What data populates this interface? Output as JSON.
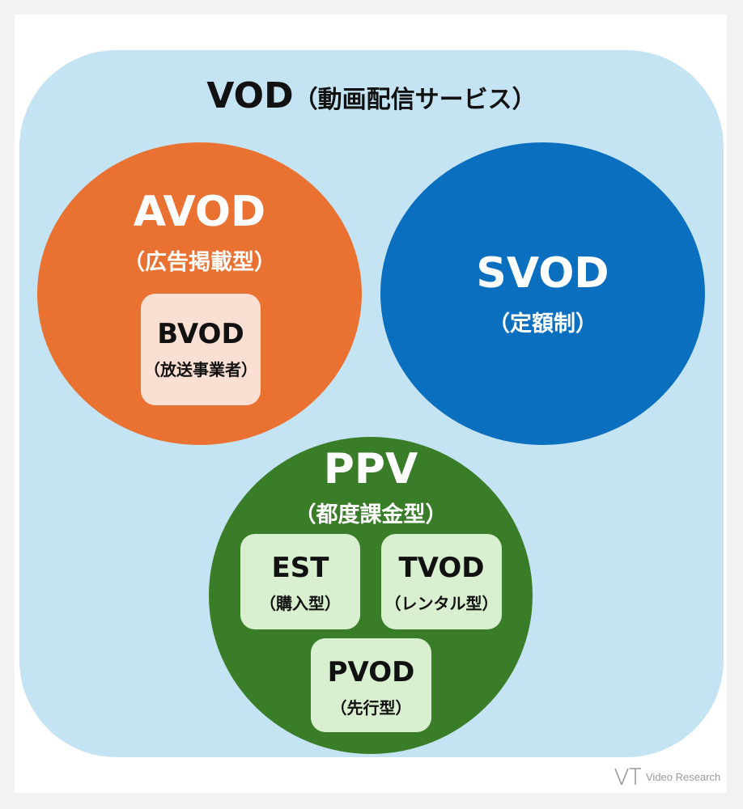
{
  "vod": {
    "title": "VOD",
    "subtitle": "（動画配信サービス）"
  },
  "avod": {
    "title": "AVOD",
    "subtitle": "（広告掲載型）"
  },
  "svod": {
    "title": "SVOD",
    "subtitle": "（定額制）"
  },
  "ppv": {
    "title": "PPV",
    "subtitle": "（都度課金型）"
  },
  "bvod": {
    "title": "BVOD",
    "subtitle": "（放送事業者）"
  },
  "est": {
    "title": "EST",
    "subtitle": "（購入型）"
  },
  "tvod": {
    "title": "TVOD",
    "subtitle": "（レンタル型）"
  },
  "pvod": {
    "title": "PVOD",
    "subtitle": "（先行型）"
  },
  "brand": {
    "name": "Video Research"
  },
  "colors": {
    "vod_bg": "#c5e4f3",
    "avod": "#e97232",
    "svod": "#0b6fc0",
    "ppv": "#3a7d28",
    "bvod_box": "#fbdfd2",
    "ppv_box": "#d8efd0"
  }
}
